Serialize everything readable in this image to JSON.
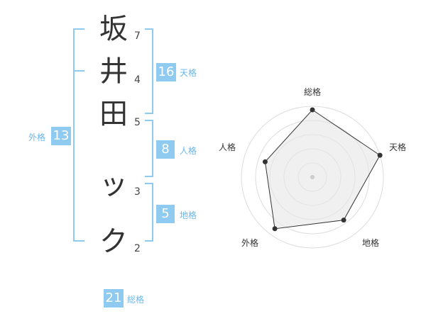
{
  "name": {
    "chars": [
      {
        "char": "坂",
        "strokes": "7"
      },
      {
        "char": "井",
        "strokes": "4"
      },
      {
        "char": "田",
        "strokes": "5"
      },
      {
        "char": "ッ",
        "strokes": "3"
      },
      {
        "char": "ク",
        "strokes": "2"
      }
    ]
  },
  "fortune": {
    "tenkaku": {
      "value": "16",
      "label": "天格"
    },
    "jinkaku": {
      "value": "8",
      "label": "人格"
    },
    "chikaku": {
      "value": "5",
      "label": "地格"
    },
    "gaikaku": {
      "value": "13",
      "label": "外格"
    },
    "soukaku": {
      "value": "21",
      "label": "総格"
    }
  },
  "colors": {
    "accent": "#8fcaf0",
    "label": "#6ab7ec",
    "bracket": "#6ab7ec",
    "radar_fill": "#f0f0f0",
    "radar_line": "#333333"
  },
  "chart_data": {
    "type": "radar",
    "axes": [
      "総格",
      "天格",
      "地格",
      "外格",
      "人格"
    ],
    "values": [
      0.95,
      1.0,
      0.75,
      0.9,
      0.7
    ],
    "range": [
      0,
      1
    ],
    "rings": 5
  }
}
